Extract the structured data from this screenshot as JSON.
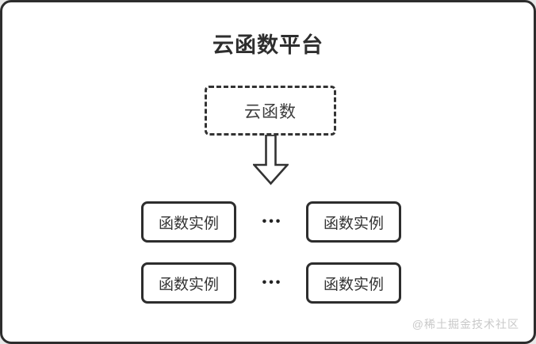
{
  "title": "云函数平台",
  "cloud_function": {
    "label": "云函数"
  },
  "icons": {
    "arrow": "arrow-down-icon"
  },
  "ellipsis": "•••",
  "instances": [
    {
      "label": "函数实例"
    },
    {
      "label": "函数实例"
    },
    {
      "label": "函数实例"
    },
    {
      "label": "函数实例"
    }
  ],
  "watermark": "@稀土掘金技术社区",
  "colors": {
    "frame_border": "#2d2d2d",
    "box_border": "#2d2d2d",
    "dashed_border": "#333333",
    "text": "#333333",
    "title_text": "#2e2e2e",
    "watermark_text": "#c9c9c9",
    "background": "#ffffff",
    "page_background": "#e9e9e9"
  }
}
